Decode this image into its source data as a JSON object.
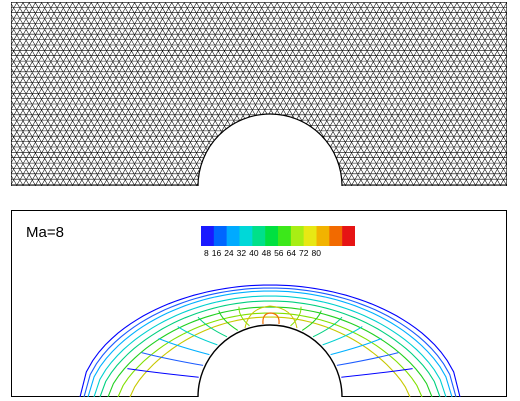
{
  "mesh": {
    "line_color": "#000000",
    "background": "#ffffff"
  },
  "contour": {
    "label": "Ma=8",
    "colorbar": {
      "ticks": [
        "8",
        "16",
        "24",
        "32",
        "40",
        "48",
        "56",
        "64",
        "72",
        "80"
      ],
      "colors": [
        "#1a1aff",
        "#0066ff",
        "#00aaff",
        "#00d8d8",
        "#00e08a",
        "#00e040",
        "#3ce81a",
        "#a8ee14",
        "#e8e814",
        "#f2b300",
        "#f26a00",
        "#e61414"
      ]
    },
    "contour_colors": [
      "#0000ff",
      "#1c5cff",
      "#00b0ff",
      "#00d0d0",
      "#00d080",
      "#20d020",
      "#80e000",
      "#c8c800",
      "#f07000"
    ]
  }
}
